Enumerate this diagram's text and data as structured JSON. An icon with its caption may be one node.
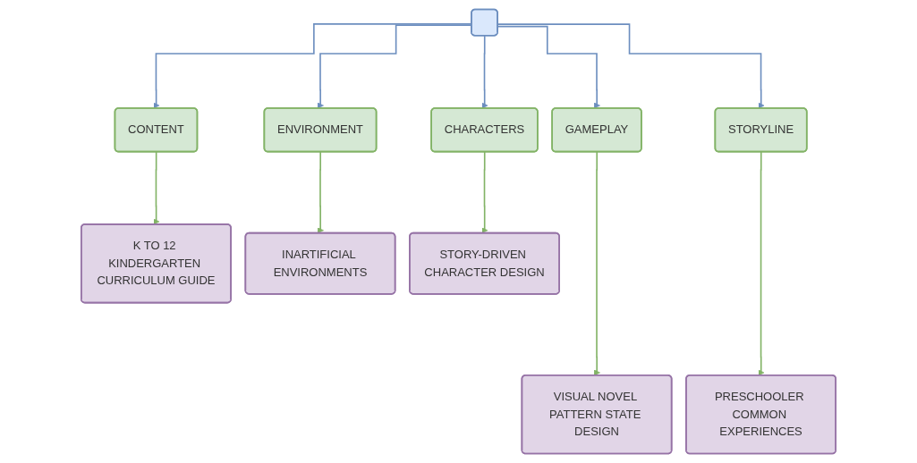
{
  "diagram": {
    "nodes": [
      {
        "text": [],
        "shape": "box"
      },
      {
        "text": [
          "CONTENT"
        ]
      },
      {
        "text": [
          "GAMEPLAY"
        ]
      },
      {
        "text": [
          "ENVIRONMENT"
        ]
      },
      {
        "text": [
          "STORYLINE"
        ]
      },
      {
        "text": [
          "CHARACTERS"
        ]
      },
      {
        "text": [
          "K TO 12 KINDERGARTEN CURRICULUM GUIDE"
        ]
      },
      {
        "text": [
          "VISUAL NOVEL PATTERN STATE DESIGN"
        ]
      },
      {
        "text": [
          "INARTIFICIAL ENVIRONMENTS"
        ]
      },
      {
        "text": [
          "PRESCHOOLER COMMON EXPERIENCES"
        ]
      },
      {
        "text": [
          "STORY-DRIVEN CHARACTER DESIGN"
        ]
      }
    ],
    "edges": [
      {
        "from": 0,
        "to": 1,
        "arrow": "to",
        "color": "#6c8ebf"
      },
      {
        "from": 0,
        "to": 2,
        "arrow": "to",
        "color": "#6c8ebf"
      },
      {
        "from": 0,
        "to": 3,
        "arrow": "to",
        "color": "#6c8ebf"
      },
      {
        "from": 0,
        "to": 4,
        "arrow": "to",
        "color": "#6c8ebf"
      },
      {
        "from": 0,
        "to": 5,
        "arrow": "to",
        "color": "#6c8ebf"
      },
      {
        "from": 1,
        "to": 6,
        "arrow": "to",
        "color": "#82b366"
      },
      {
        "from": 2,
        "to": 7,
        "arrow": "to",
        "color": "#82b366"
      },
      {
        "from": 3,
        "to": 8,
        "arrow": "to",
        "color": "#82b366"
      },
      {
        "from": 4,
        "to": 9,
        "arrow": "to",
        "color": "#82b366"
      },
      {
        "from": 5,
        "to": 10,
        "arrow": "to",
        "color": "#82b366"
      }
    ]
  }
}
